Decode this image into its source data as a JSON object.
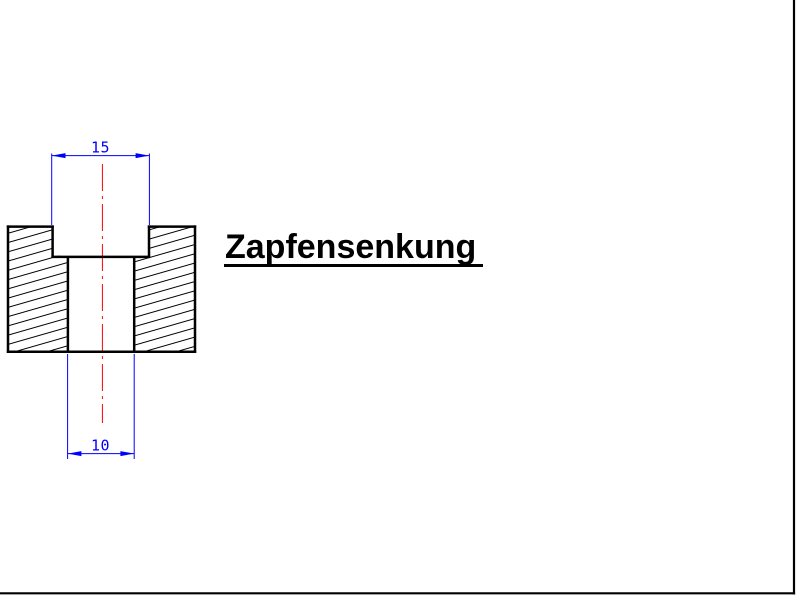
{
  "title": {
    "text": "Zapfensenkung"
  },
  "drawing": {
    "name": "counterbore-section-view",
    "dimensions": {
      "counterbore_width": {
        "label": "15"
      },
      "hole_width": {
        "label": "10"
      }
    },
    "colors": {
      "outline": "#000000",
      "dimension": "#0000ff",
      "centerline": "#ff0000",
      "background": "#ffffff"
    }
  }
}
